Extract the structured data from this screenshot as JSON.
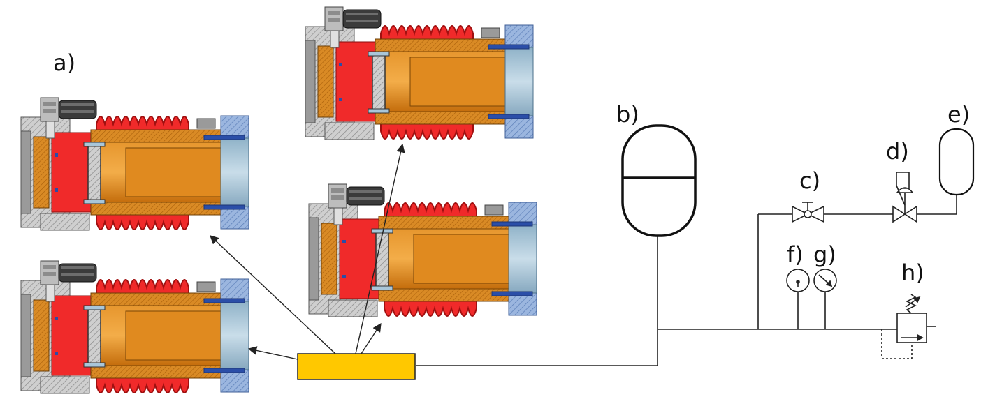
{
  "labels": {
    "a": "a)",
    "b": "b)",
    "c": "c)",
    "d": "d)",
    "e": "e)",
    "f": "f)",
    "g": "g)",
    "h": "h)"
  },
  "colors": {
    "bellows_red": "#f02a2a",
    "bellows_dark": "#b80f0f",
    "piston_orange": "#d07a12",
    "piston_light": "#e9952c",
    "hatch_gray": "#b3b3b3",
    "blue_flange": "#8aa9d8",
    "steel_light": "#a9c6d9",
    "manifold_yellow": "#ffc800",
    "line": "#222222"
  }
}
